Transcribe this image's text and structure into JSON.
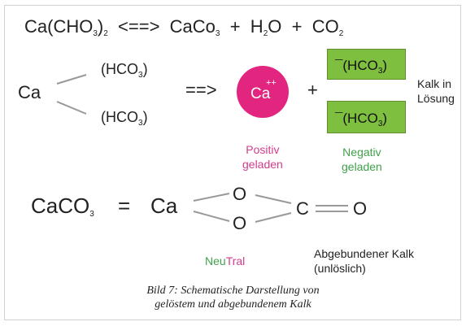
{
  "equation1": {
    "reactant": "Ca(CHO",
    "reactant_sub1": "3",
    "reactant_close": ")",
    "reactant_sub2": "2",
    "arrow": "<==>",
    "product1": "CaCo",
    "product1_sub": "3",
    "plus1": "+",
    "product2": "H",
    "product2_sub": "2",
    "product2_end": "O",
    "plus2": "+",
    "product3": "CO",
    "product3_sub": "2"
  },
  "dissociation": {
    "ca": "Ca",
    "branch_top": "(HCO",
    "branch_top_sub": "3",
    "branch_top_close": ")",
    "branch_bottom": "(HCO",
    "branch_bottom_sub": "3",
    "branch_bottom_close": ")",
    "arrow": "==>",
    "cation": "Ca",
    "cation_charge": "++",
    "plus": "+",
    "anion_top": "¯(HCO",
    "anion_top_sub": "3",
    "anion_top_close": ")",
    "anion_bottom": "¯(HCO",
    "anion_bottom_sub": "3",
    "anion_bottom_close": ")",
    "kalk_line1": "Kalk in",
    "kalk_line2": "Lösung",
    "positiv_line1": "Positiv",
    "positiv_line2": "geladen",
    "negativ_line1": "Negativ",
    "negativ_line2": "geladen"
  },
  "equation2": {
    "left": "CaCO",
    "left_sub": "3",
    "equals": "=",
    "ca": "Ca",
    "o_top": "O",
    "o_bottom": "O",
    "c": "C",
    "o_right": "O",
    "neu": "Neu",
    "tral": "Tral",
    "abgebunden_line1": "Abgebundener Kalk",
    "abgebunden_line2": "(unlöslich)"
  },
  "caption": {
    "line1": "Bild 7: Schematische Darstellung von",
    "line2": "gelöstem und abgebundenem Kalk"
  },
  "colors": {
    "magenta": "#e2257f",
    "pink_text": "#d43c8d",
    "green_text": "#3fa14a",
    "box_green": "#7fbf3f"
  }
}
